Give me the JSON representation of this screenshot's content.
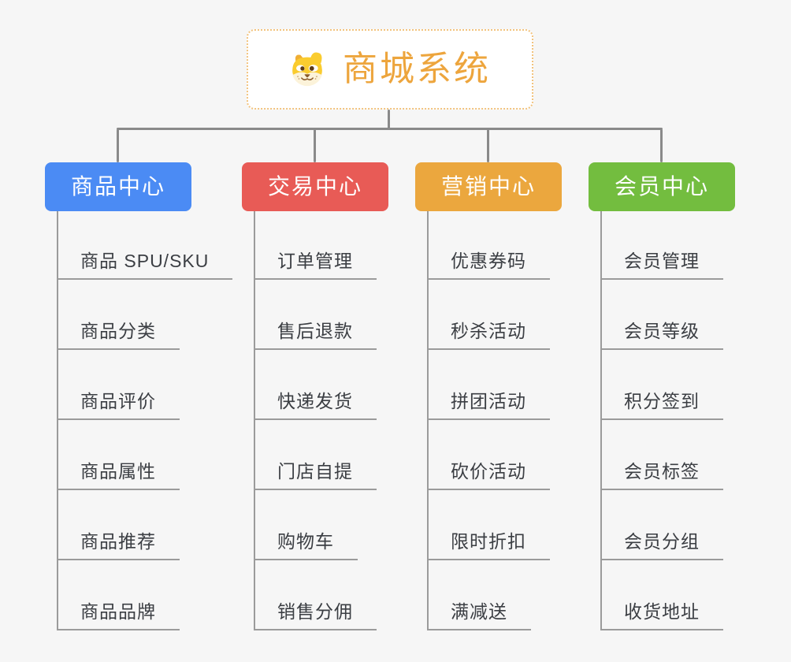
{
  "root": {
    "title": "商城系统",
    "icon": "dog-face-icon"
  },
  "branches": [
    {
      "label": "商品中心",
      "color": "#4B8BF4",
      "children": [
        "商品 SPU/SKU",
        "商品分类",
        "商品评价",
        "商品属性",
        "商品推荐",
        "商品品牌"
      ]
    },
    {
      "label": "交易中心",
      "color": "#E85B56",
      "children": [
        "订单管理",
        "售后退款",
        "快递发货",
        "门店自提",
        "购物车",
        "销售分佣"
      ]
    },
    {
      "label": "营销中心",
      "color": "#EBA73E",
      "children": [
        "优惠券码",
        "秒杀活动",
        "拼团活动",
        "砍价活动",
        "限时折扣",
        "满减送"
      ]
    },
    {
      "label": "会员中心",
      "color": "#73BD3F",
      "children": [
        "会员管理",
        "会员等级",
        "积分签到",
        "会员标签",
        "会员分组",
        "收货地址"
      ]
    }
  ],
  "colors": {
    "background": "#F6F6F6",
    "connector": "#8A8A8A",
    "child_line": "#9B9B9B",
    "child_text": "#3B3E43",
    "root_title": "#EDA53D",
    "root_border": "#F2C37E",
    "branch_text": "#FFFFFF"
  }
}
